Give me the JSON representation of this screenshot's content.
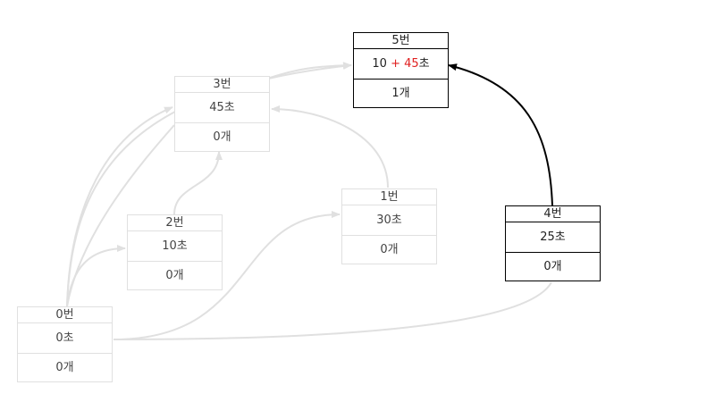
{
  "colors": {
    "active": "#000000",
    "faded": "#e0e0e0",
    "highlight": "#e02020"
  },
  "nodes": {
    "n5": {
      "title": "5번",
      "time_base": "10",
      "time_plus": "+ 45",
      "time_unit": "초",
      "count": "1개",
      "state": "active"
    },
    "n3": {
      "title": "3번",
      "time": "45초",
      "count": "0개",
      "state": "faded"
    },
    "n4": {
      "title": "4번",
      "time": "25초",
      "count": "0개",
      "state": "active"
    },
    "n2": {
      "title": "2번",
      "time": "10초",
      "count": "0개",
      "state": "faded"
    },
    "n1": {
      "title": "1번",
      "time": "30초",
      "count": "0개",
      "state": "faded"
    },
    "n0": {
      "title": "0번",
      "time": "0초",
      "count": "0개",
      "state": "faded"
    }
  },
  "edges": [
    {
      "from": "0번",
      "to": "3번",
      "state": "faded"
    },
    {
      "from": "0번",
      "to": "5번",
      "state": "faded"
    },
    {
      "from": "0번",
      "to": "2번",
      "state": "faded"
    },
    {
      "from": "0번",
      "to": "1번",
      "state": "faded"
    },
    {
      "from": "0번",
      "to": "4번",
      "state": "faded"
    },
    {
      "from": "2번",
      "to": "3번",
      "state": "faded"
    },
    {
      "from": "1번",
      "to": "3번",
      "state": "faded"
    },
    {
      "from": "3번",
      "to": "5번",
      "state": "faded"
    },
    {
      "from": "4번",
      "to": "5번",
      "state": "active"
    }
  ]
}
